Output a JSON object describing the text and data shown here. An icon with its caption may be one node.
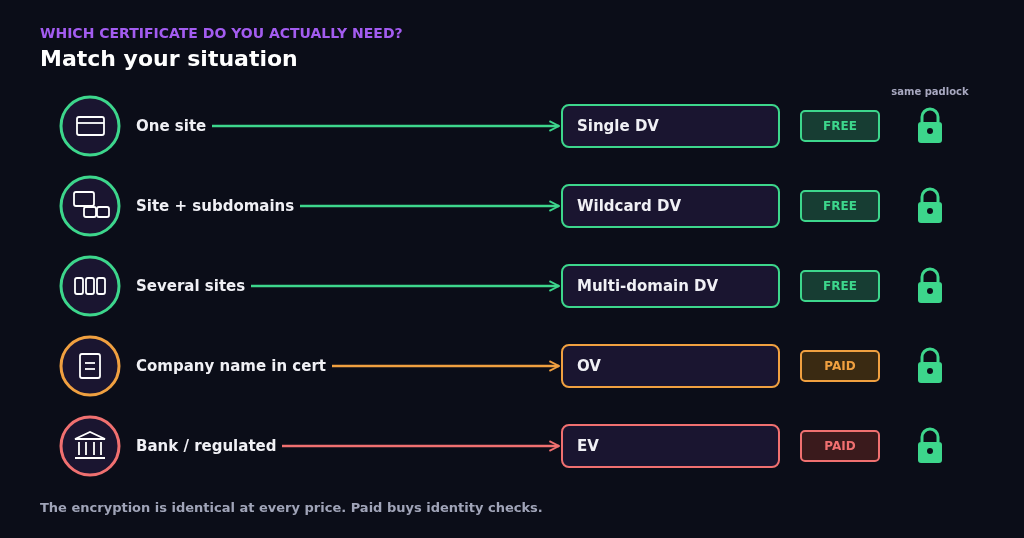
{
  "diagram": {
    "title": "Match your situation",
    "caption": "The encryption is identical at every price. Paid buys identity checks.",
    "nodes": [
      {
        "text": [
          "One site"
        ]
      },
      {
        "text": [
          "Single DV"
        ]
      },
      {
        "text": [
          "FREE"
        ]
      },
      {
        "text": [
          "Site + subdomains"
        ]
      },
      {
        "text": [
          "Wildcard DV"
        ]
      },
      {
        "text": [
          "FREE"
        ]
      },
      {
        "text": [
          "Several sites"
        ]
      },
      {
        "text": [
          "Multi-domain DV"
        ]
      },
      {
        "text": [
          "FREE"
        ]
      },
      {
        "text": [
          "Company name in cert"
        ]
      },
      {
        "text": [
          "OV"
        ]
      },
      {
        "text": [
          "PAID"
        ]
      },
      {
        "text": [
          "Bank / regulated"
        ]
      },
      {
        "text": [
          "EV"
        ]
      },
      {
        "text": [
          "PAID"
        ]
      }
    ],
    "edges": [
      {
        "from": 0,
        "to": 1,
        "arrow": "to"
      },
      {
        "from": 3,
        "to": 4,
        "arrow": "to"
      },
      {
        "from": 6,
        "to": 7,
        "arrow": "to"
      },
      {
        "from": 9,
        "to": 10,
        "arrow": "to",
        "color": "#f0a040"
      },
      {
        "from": 12,
        "to": 13,
        "arrow": "to",
        "color": "#f07070"
      }
    ],
    "labels": [
      "WHICH CERTIFICATE DO YOU ACTUALLY NEED?",
      "same padlock"
    ]
  }
}
